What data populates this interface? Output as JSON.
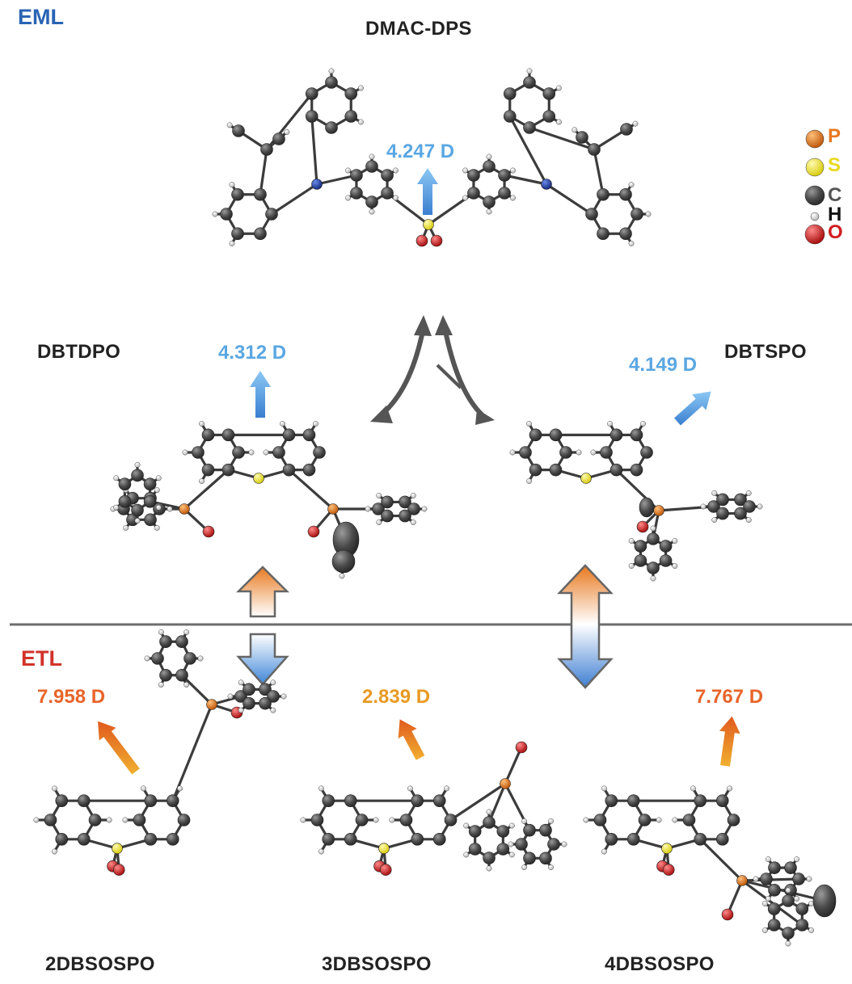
{
  "colors": {
    "eml": "#2a64b4",
    "etl": "#d2322a",
    "dipole_eml": "#5aa7e2",
    "dipole_etl_high": "#e8642a",
    "dipole_etl_low": "#e89a22",
    "divider": "#6e6e6e",
    "curve": "#555555",
    "atom_c": "#555555",
    "atom_h": "#eeeeee",
    "atom_s": "#f0e62a",
    "atom_o": "#d21e1e",
    "atom_p": "#e8781e",
    "atom_n": "#1e3ca0"
  },
  "layers": {
    "eml": "EML",
    "etl": "ETL"
  },
  "molecules": {
    "top": {
      "name": "DMAC-DPS",
      "dipole": "4.247 D"
    },
    "left_mid": {
      "name": "DBTDPO",
      "dipole": "4.312 D"
    },
    "right_mid": {
      "name": "DBTSPO",
      "dipole": "4.149 D"
    },
    "etl_1": {
      "name": "2DBSOSPO",
      "dipole": "7.958 D"
    },
    "etl_2": {
      "name": "3DBSOSPO",
      "dipole": "2.839 D"
    },
    "etl_3": {
      "name": "4DBSOSPO",
      "dipole": "7.767 D"
    }
  },
  "legend": [
    {
      "text": "P",
      "color_key": "atom_p"
    },
    {
      "text": "S",
      "color_key": "atom_s"
    },
    {
      "text": "C",
      "color_key": "atom_c"
    },
    {
      "text": "H",
      "color_key": "atom_h"
    },
    {
      "text": "O",
      "color_key": "atom_o"
    }
  ]
}
